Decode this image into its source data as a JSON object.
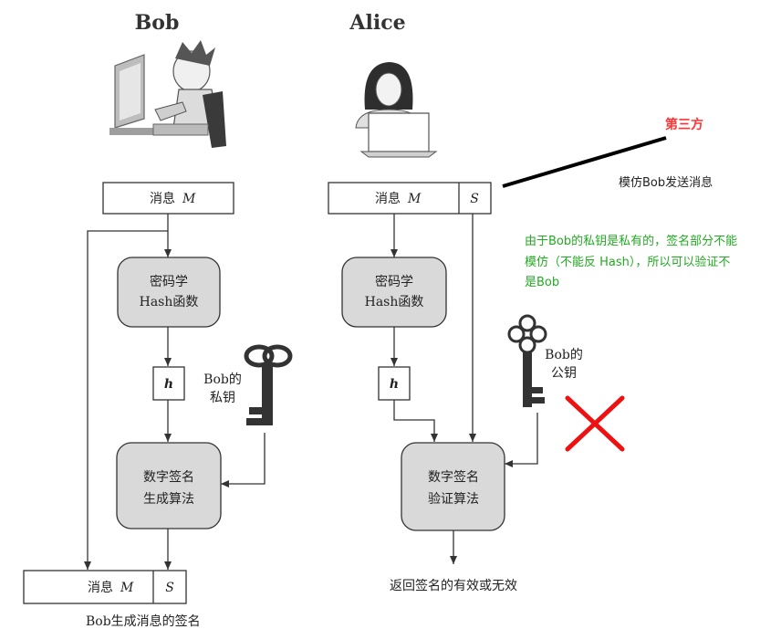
{
  "bob": {
    "name": "Bob",
    "message": "消息",
    "message_var": "M",
    "hash_line1": "密码学",
    "hash_line2": "Hash函数",
    "h": "h",
    "key_line1": "Bob的",
    "key_line2": "私钥",
    "sign_line1": "数字签名",
    "sign_line2": "生成算法",
    "out_message": "消息",
    "out_var": "M",
    "out_sig": "S",
    "caption_partial": "Bob生成消息的签名"
  },
  "alice": {
    "name": "Alice",
    "message": "消息",
    "message_var": "M",
    "sig": "S",
    "hash_line1": "密码学",
    "hash_line2": "Hash函数",
    "h": "h",
    "key_line1": "Bob的",
    "key_line2": "公钥",
    "verify_line1": "数字签名",
    "verify_line2": "验证算法",
    "result": "返回签名的有效或无效"
  },
  "annotations": {
    "third_party": "第三方",
    "forge_message": "模仿Bob发送消息",
    "note_line1": "由于Bob的私钥是私有的，签名部分不能",
    "note_line2": "模仿（不能反 Hash），所以可以验证不",
    "note_line3": "是Bob",
    "third_party_color": "#ff3333",
    "note_color": "#22aa22",
    "cross_color": "#ee1111"
  }
}
